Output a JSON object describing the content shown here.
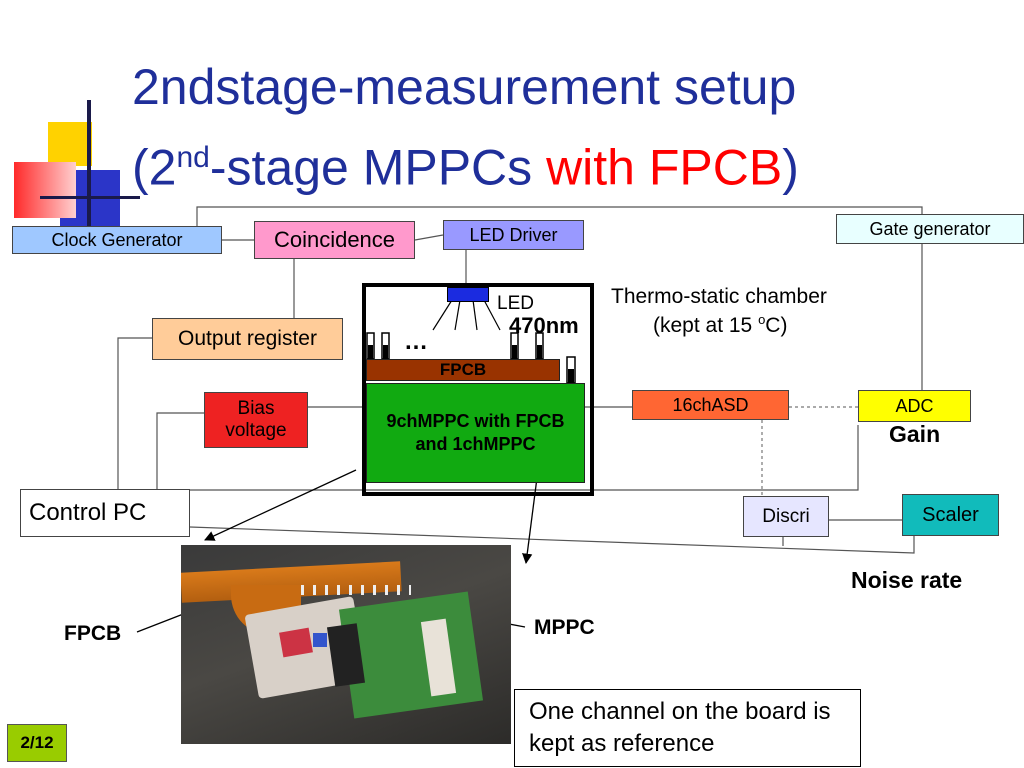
{
  "title": {
    "line1": "2ndstage-measurement setup",
    "line2_prefix": "(2",
    "line2_sup": "nd",
    "line2_mid": "-stage MPPCs ",
    "line2_red": "with FPCB",
    "line2_suffix": ")"
  },
  "boxes": {
    "clock_generator": "Clock Generator",
    "coincidence": "Coincidence",
    "led_driver": "LED Driver",
    "gate_generator": "Gate generator",
    "output_register": "Output register",
    "bias_voltage": "Bias voltage",
    "asd": "16chASD",
    "adc": "ADC",
    "control_pc": "Control PC",
    "discri": "Discri",
    "scaler": "Scaler"
  },
  "chamber": {
    "label_line1": "Thermo-static chamber",
    "label_line2_prefix": "(kept at 15 ",
    "label_line2_sup": "o",
    "label_line2_suffix": "C)",
    "led_label": "LED",
    "wavelength": "470nm",
    "dots": "…",
    "fpcb": "FPCB",
    "mppc_board": "9chMPPC with FPCB and 1chMPPC"
  },
  "labels": {
    "gain": "Gain",
    "noise_rate": "Noise rate",
    "photo_fpcb": "FPCB",
    "photo_mppc": "MPPC",
    "reference_note": "One channel on the board is kept as reference",
    "page_number": "2/12"
  },
  "colors": {
    "title_blue": "#1f2f9a",
    "accent_red": "#ff0000",
    "clock_generator": "#9fc8ff",
    "coincidence": "#ff99cc",
    "led_driver": "#9999ff",
    "gate_generator": "#e8ffff",
    "output_register": "#ffcc99",
    "bias_voltage": "#ee2222",
    "asd": "#ff6633",
    "adc": "#ffff00",
    "discri": "#e6e6ff",
    "scaler": "#11bbbb",
    "fpcb": "#993300",
    "mppc_board": "#11aa11",
    "page_badge": "#99cc00"
  }
}
